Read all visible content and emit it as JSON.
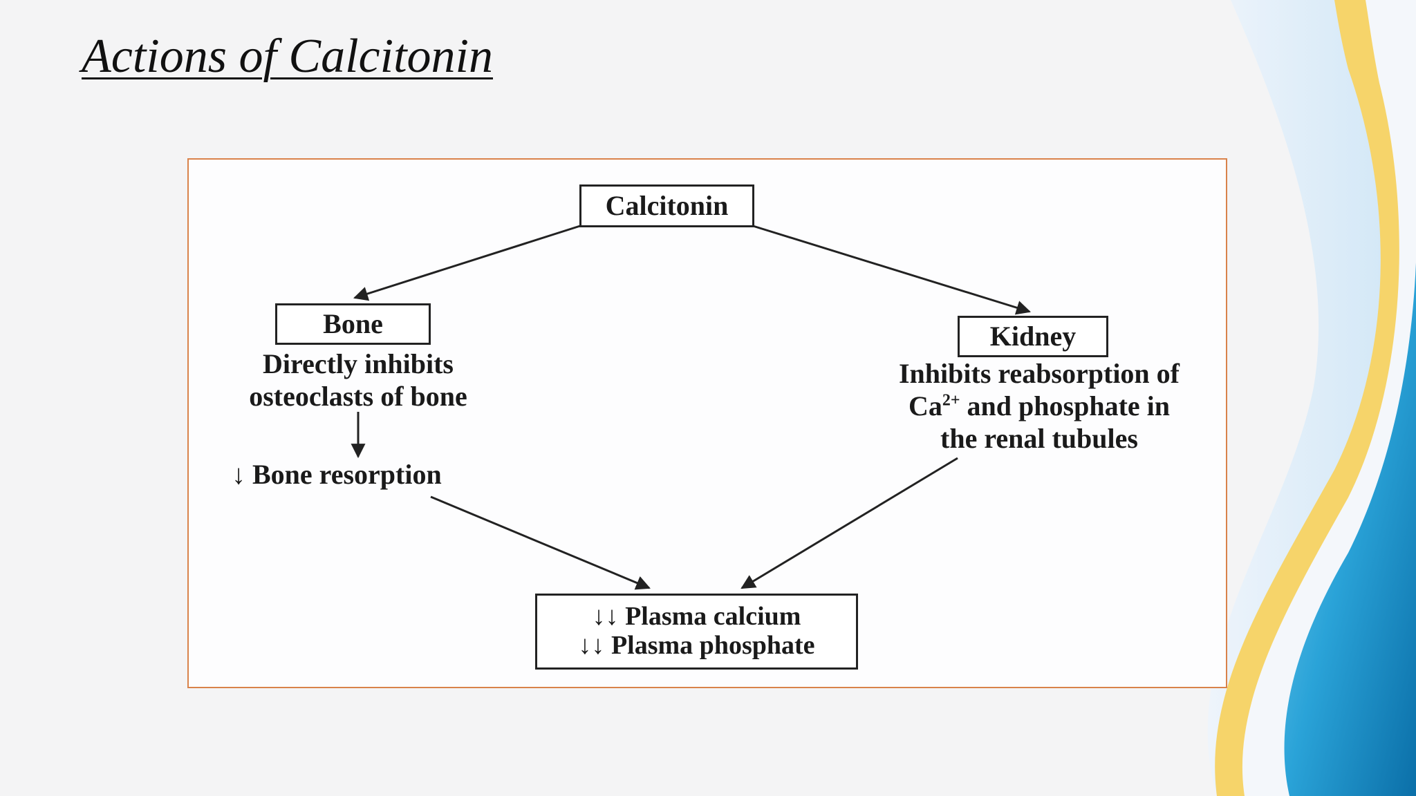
{
  "slide": {
    "title": "Actions of Calcitonin"
  },
  "diagram": {
    "root": "Calcitonin",
    "bone": {
      "label": "Bone",
      "desc_line1": "Directly inhibits",
      "desc_line2": "osteoclasts of bone",
      "effect_arrow": "↓",
      "effect_text": "Bone resorption"
    },
    "kidney": {
      "label": "Kidney",
      "desc_line1": "Inhibits reabsorption of",
      "desc_line2_prefix": "Ca",
      "desc_line2_sup": "2+",
      "desc_line2_suffix": " and phosphate in",
      "desc_line3": "the renal tubules"
    },
    "result": {
      "line1": "↓↓ Plasma calcium",
      "line2": "↓↓ Plasma phosphate"
    }
  },
  "colors": {
    "frame_border": "#d9824a",
    "wave_yellow": "#f6d46a",
    "wave_blue": "#1c8fc8"
  }
}
